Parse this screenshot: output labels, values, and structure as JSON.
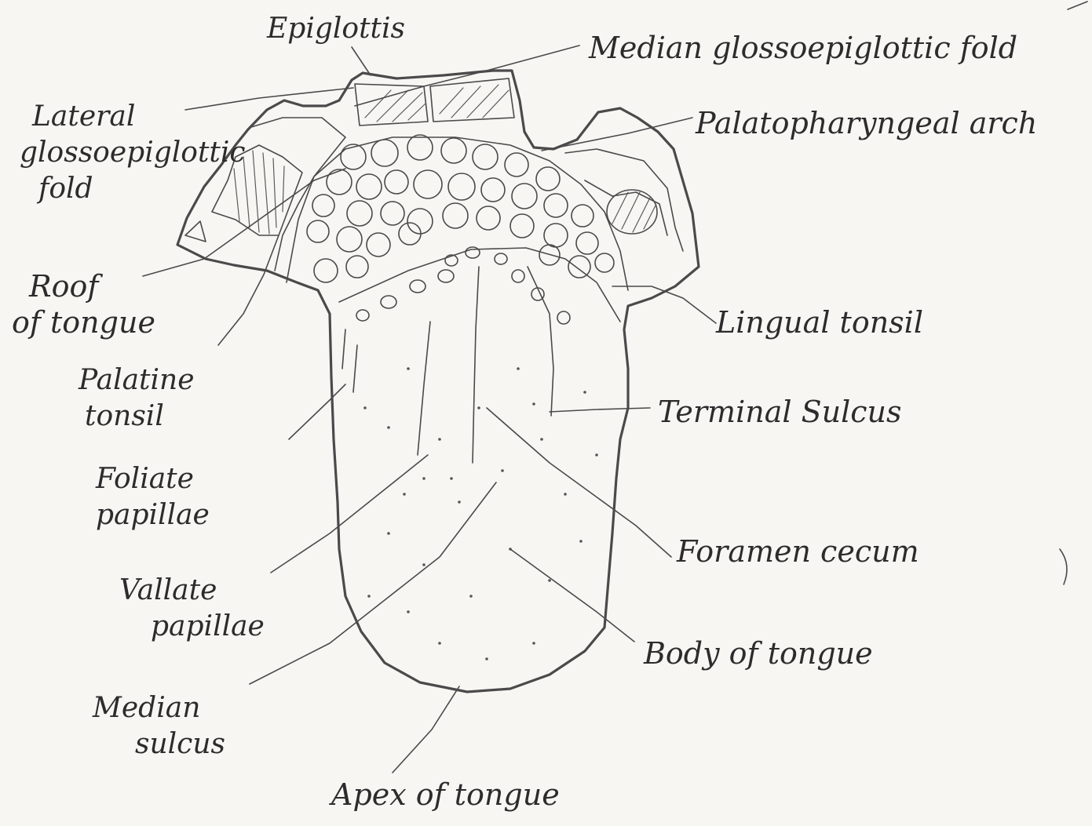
{
  "labels": {
    "epiglottis": "Epiglottis",
    "median_glossoepiglottic_fold": "Median glossoepiglottic fold",
    "lateral_glossoepiglottic_fold": [
      "Lateral",
      "glossoepiglottic",
      "fold"
    ],
    "palatopharyngeal_arch": "Palatopharyngeal arch",
    "roof_of_tongue": [
      "Roof",
      "of tongue"
    ],
    "lingual_tonsil": "Lingual tonsil",
    "palatine_tonsil": [
      "Palatine",
      "tonsil"
    ],
    "terminal_sulcus": "Terminal Sulcus",
    "foliate_papillae": [
      "Foliate",
      "papillae"
    ],
    "foramen_cecum": "Foramen cecum",
    "vallate_papillae": [
      "Vallate",
      "papillae"
    ],
    "body_of_tongue": "Body of tongue",
    "median_sulcus": [
      "Median",
      "sulcus"
    ],
    "apex_of_tongue": "Apex of tongue"
  }
}
